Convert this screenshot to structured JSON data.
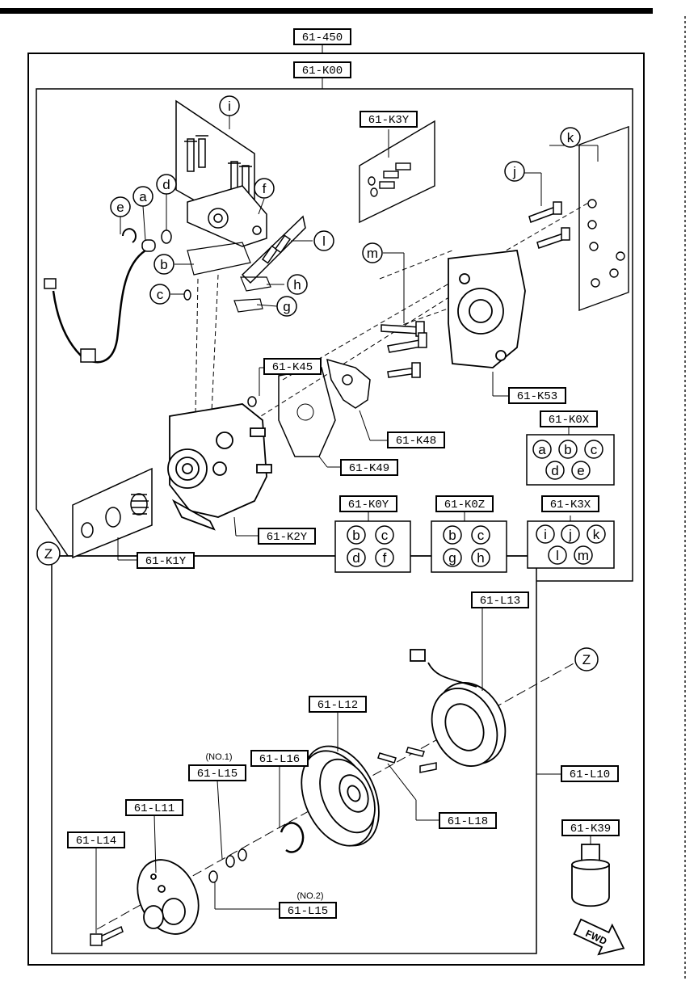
{
  "labels": {
    "top": "61-450",
    "k00": "61-K00",
    "k3y": "61-K3Y",
    "k45": "61-K45",
    "k53": "61-K53",
    "k48": "61-K48",
    "k49": "61-K49",
    "k2y": "61-K2Y",
    "k1y": "61-K1Y",
    "k0x": "61-K0X",
    "k0y": "61-K0Y",
    "k0z": "61-K0Z",
    "k3x": "61-K3X",
    "l13": "61-L13",
    "l12": "61-L12",
    "l16": "61-L16",
    "l15a": "61-L15",
    "l15b": "61-L15",
    "l11": "61-L11",
    "l14": "61-L14",
    "l18": "61-L18",
    "l10": "61-L10",
    "k39": "61-K39"
  },
  "notes": {
    "no1": "(NO.1)",
    "no2": "(NO.2)",
    "fwd": "FWD"
  },
  "callouts": {
    "i": "i",
    "k": "k",
    "j": "j",
    "d": "d",
    "e": "e",
    "a": "a",
    "f": "f",
    "l": "l",
    "m": "m",
    "b": "b",
    "c": "c",
    "h": "h",
    "g": "g",
    "z1": "Z",
    "z2": "Z"
  },
  "kit_k0x": [
    "a",
    "b",
    "c",
    "d",
    "e"
  ],
  "kit_k0y": [
    "b",
    "c",
    "d",
    "f"
  ],
  "kit_k0z": [
    "b",
    "c",
    "g",
    "h"
  ],
  "kit_k3x": [
    "i",
    "j",
    "k",
    "l",
    "m"
  ]
}
